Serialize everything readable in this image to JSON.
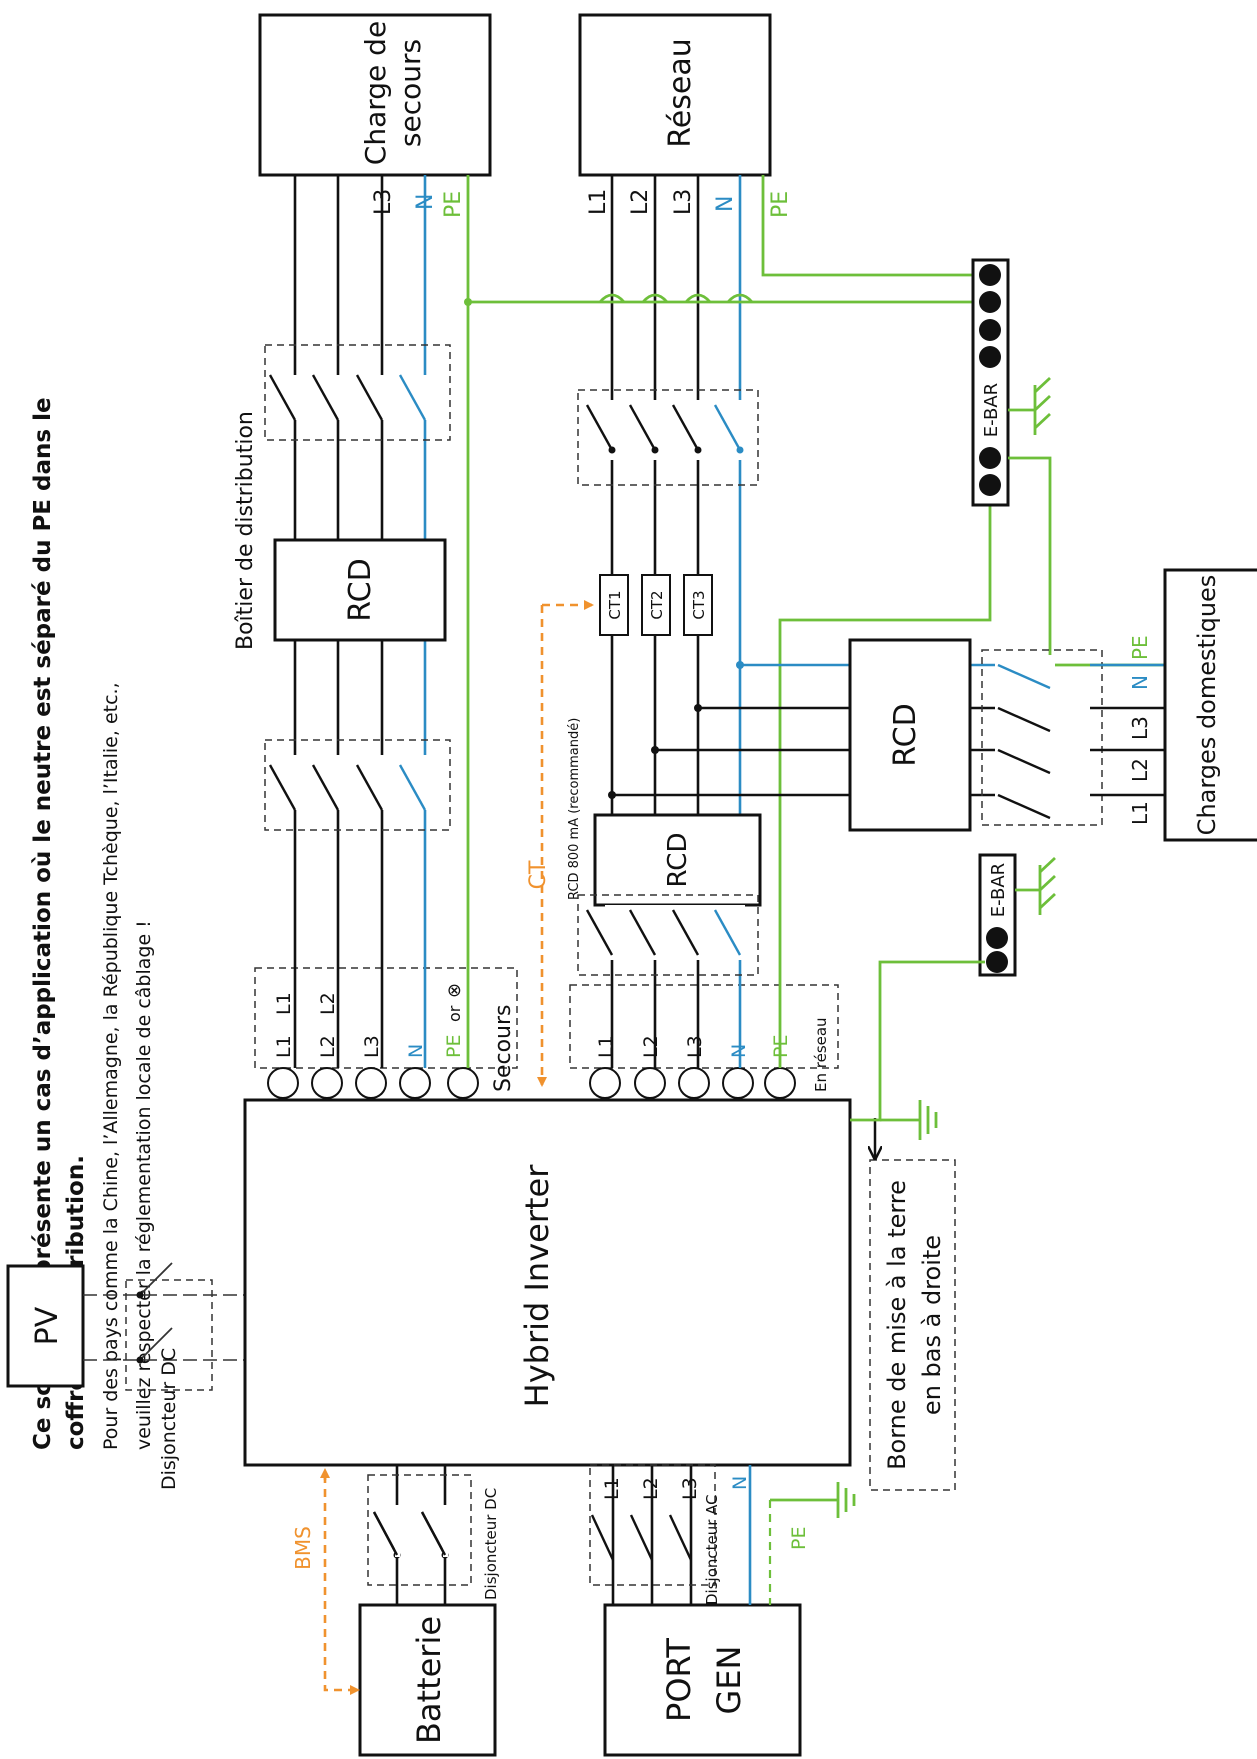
{
  "note": {
    "bold_line1": "Ce schéma représente un cas d’application où le neutre est séparé du PE dans le",
    "bold_line2": "coffret de distribution.",
    "line3": "Pour des pays comme la Chine, l’Allemagne, la République Tchèque, l’Italie, etc.,",
    "line4": "veuillez respecter la réglementation locale de câblage !"
  },
  "blocks": {
    "backup_load_1": "Charge de",
    "backup_load_2": "secours",
    "grid": "Réseau",
    "inverter": "Hybrid Inverter",
    "pv": "PV",
    "battery": "Batterie",
    "gen_1": "PORT",
    "gen_2": "GEN",
    "home_loads": "Charges domestiques",
    "rcd": "RCD",
    "ct1": "CT1",
    "ct2": "CT2",
    "ct3": "CT3",
    "ebar": "E-BAR"
  },
  "labels": {
    "distribution_box": "Boîtier de distribution",
    "dc_breaker": "Disjoncteur DC",
    "ac_breaker": "Disjoncteur AC",
    "backup_port": "Secours",
    "grid_port": "En réseau",
    "rcd_800": "RCD 800 mA (recommandé)",
    "ct_link": "CT",
    "bms_link": "BMS",
    "ground_1": "Borne de mise à la terre",
    "ground_2": "en bas à droite",
    "pe_or": "or",
    "pe_or_symbol": "⊗"
  },
  "wires": {
    "L1": "L1",
    "L2": "L2",
    "L3": "L3",
    "N": "N",
    "PE": "PE"
  },
  "colors": {
    "line": "#111111",
    "neutral": "#2b8cc4",
    "earth": "#6dbf3a",
    "signal": "#f0922e"
  }
}
